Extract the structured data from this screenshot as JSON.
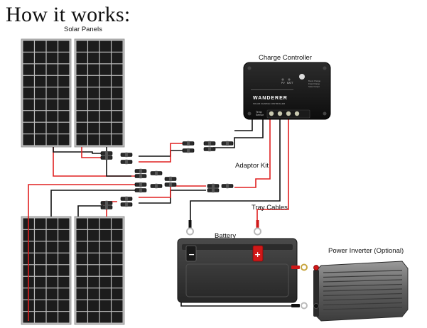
{
  "title": "How it works:",
  "labels": {
    "solar_panels": "Solar Panels",
    "charge_controller": "Charge Controller",
    "adaptor_kit": "Adaptor Kit",
    "tray_cables": "Tray Cables",
    "battery": "Battery",
    "power_inverter": "Power Inverter (Optional)"
  },
  "controller": {
    "brand": "WANDERER",
    "subtitle": "SOLAR CHARGE CONTROLLER",
    "status_labels": [
      "PV",
      "BATT"
    ],
    "indicator_notes": [
      "Boost Charge",
      "Float Charge",
      "Solar Output"
    ],
    "terminal_note": [
      "Temp",
      "Sensor"
    ]
  },
  "battery": {
    "minus_symbol": "−",
    "plus_symbol": "+"
  },
  "colors": {
    "positive_wire": "#e02020",
    "negative_wire": "#111111",
    "panel_cell": "#1c1c1c",
    "panel_frame": "#bdbdbd",
    "battery_case": "#3c3c3c",
    "inverter_body": "#6e6e6e",
    "controller_body": "#1a1a1a"
  }
}
